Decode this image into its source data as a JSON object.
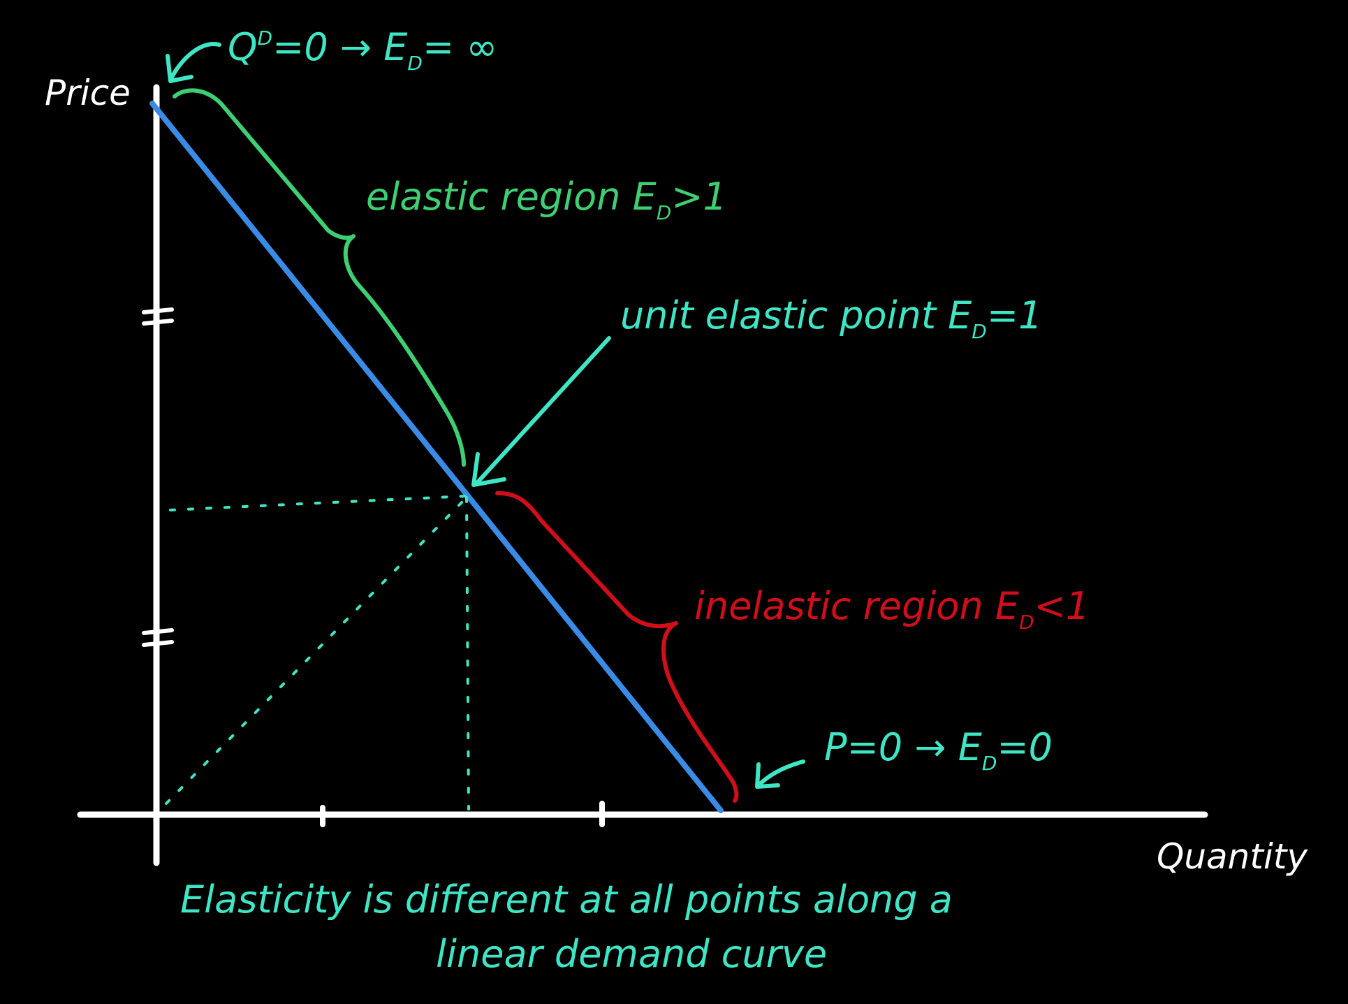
{
  "axes": {
    "y_label": "Price",
    "x_label": "Quantity"
  },
  "annotations": {
    "top_point": "Q",
    "top_point_sup": "D",
    "top_point_rest": "=0 → E",
    "top_point_sub": "D",
    "top_point_end": "= ∞",
    "elastic_region_text": "elastic region E",
    "elastic_region_sub": "D",
    "elastic_region_end": ">1",
    "unit_elastic_text": "unit elastic point E",
    "unit_elastic_sub": "D",
    "unit_elastic_end": "=1",
    "inelastic_region_text": "inelastic region E",
    "inelastic_region_sub": "D",
    "inelastic_region_end": "<1",
    "bottom_point_text": "P=0 → E",
    "bottom_point_sub": "D",
    "bottom_point_end": "=0"
  },
  "caption": {
    "line1": "Elasticity is different at all points along a",
    "line2": "linear demand curve"
  },
  "colors": {
    "demand_curve": "#3a8be6",
    "axes": "#ffffff",
    "elastic": "#3fcf73",
    "inelastic": "#d10f1a",
    "annotation": "#3ee6c6",
    "background": "#000000"
  }
}
